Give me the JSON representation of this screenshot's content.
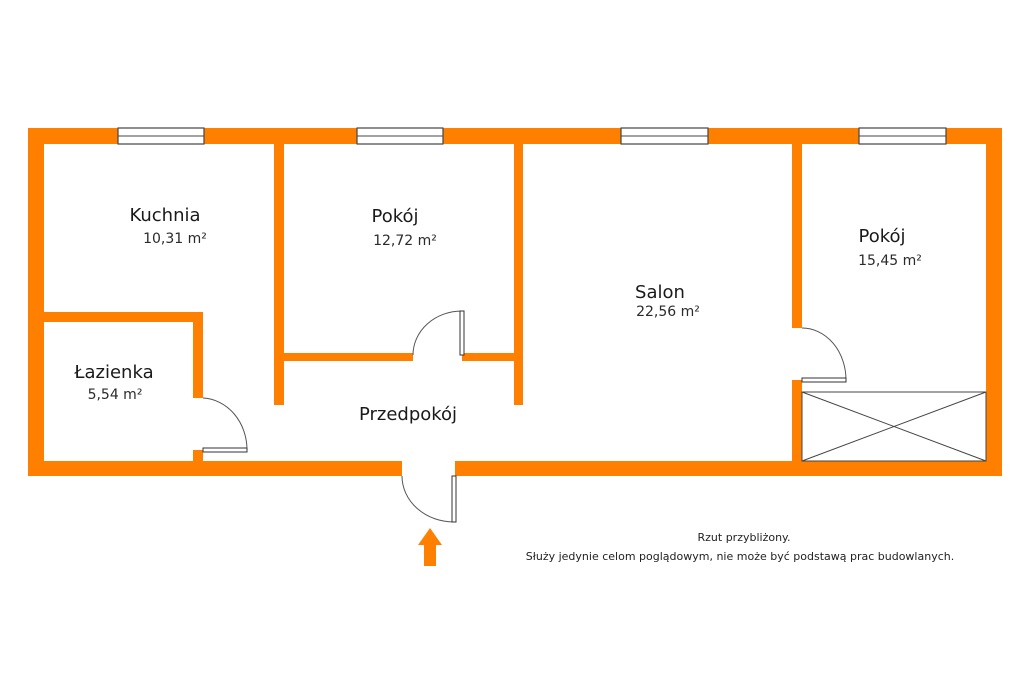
{
  "rooms": {
    "kitchen": {
      "name": "Kuchnia",
      "area": "10,31 m²"
    },
    "room1": {
      "name": "Pokój",
      "area": "12,72 m²"
    },
    "living": {
      "name": "Salon",
      "area": "22,56 m²"
    },
    "room2": {
      "name": "Pokój",
      "area": "15,45 m²"
    },
    "bathroom": {
      "name": "Łazienka",
      "area": "5,54 m²"
    },
    "hall": {
      "name": "Przedpokój"
    }
  },
  "note": {
    "line1": "Rzut przybliżony.",
    "line2": "Służy jedynie celom poglądowym, nie może być podstawą prac budowlanych."
  },
  "colors": {
    "wall": "#ff8000"
  }
}
